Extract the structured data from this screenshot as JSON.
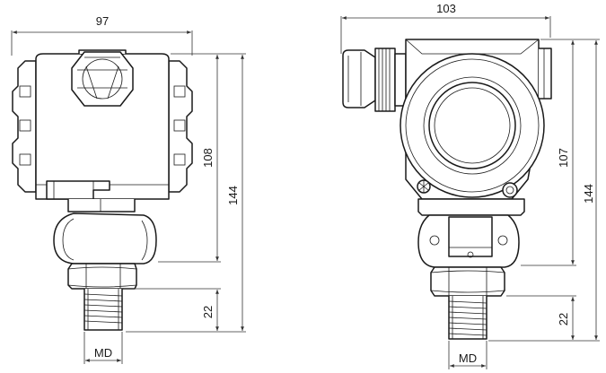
{
  "front_view": {
    "width_dim": "97",
    "body_height_dim": "108",
    "total_height_dim": "144",
    "thread_length_dim": "22",
    "thread_label": "MD"
  },
  "side_view": {
    "width_dim": "103",
    "body_height_dim": "107",
    "total_height_dim": "144",
    "thread_length_dim": "22",
    "thread_label": "MD"
  }
}
